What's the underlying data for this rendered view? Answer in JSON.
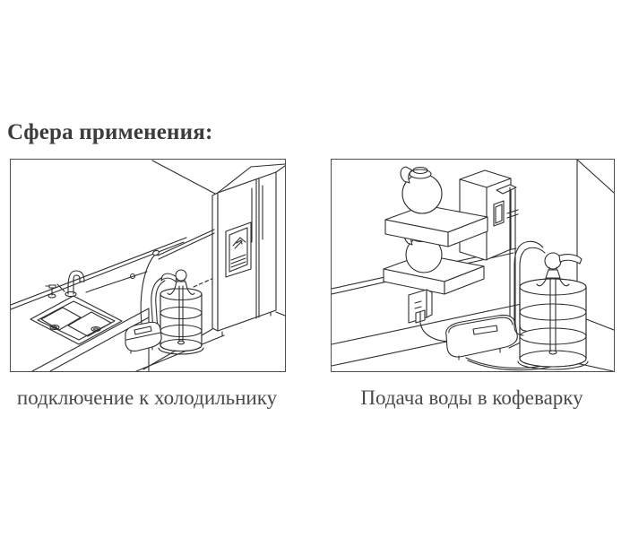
{
  "page": {
    "heading": "Сфера применения:"
  },
  "figures": [
    {
      "caption": "подключение к холодильнику",
      "scene": "bottle-pump-to-refrigerator-kitchen"
    },
    {
      "caption": "Подача воды в кофеварку",
      "scene": "bottle-pump-to-coffee-machine"
    }
  ],
  "colors": {
    "background": "#ffffff",
    "heading_text": "#3c3c3c",
    "caption_text": "#4a4a4a",
    "frame_border": "#4f4f4f",
    "line_art": "#2e2e2e"
  }
}
